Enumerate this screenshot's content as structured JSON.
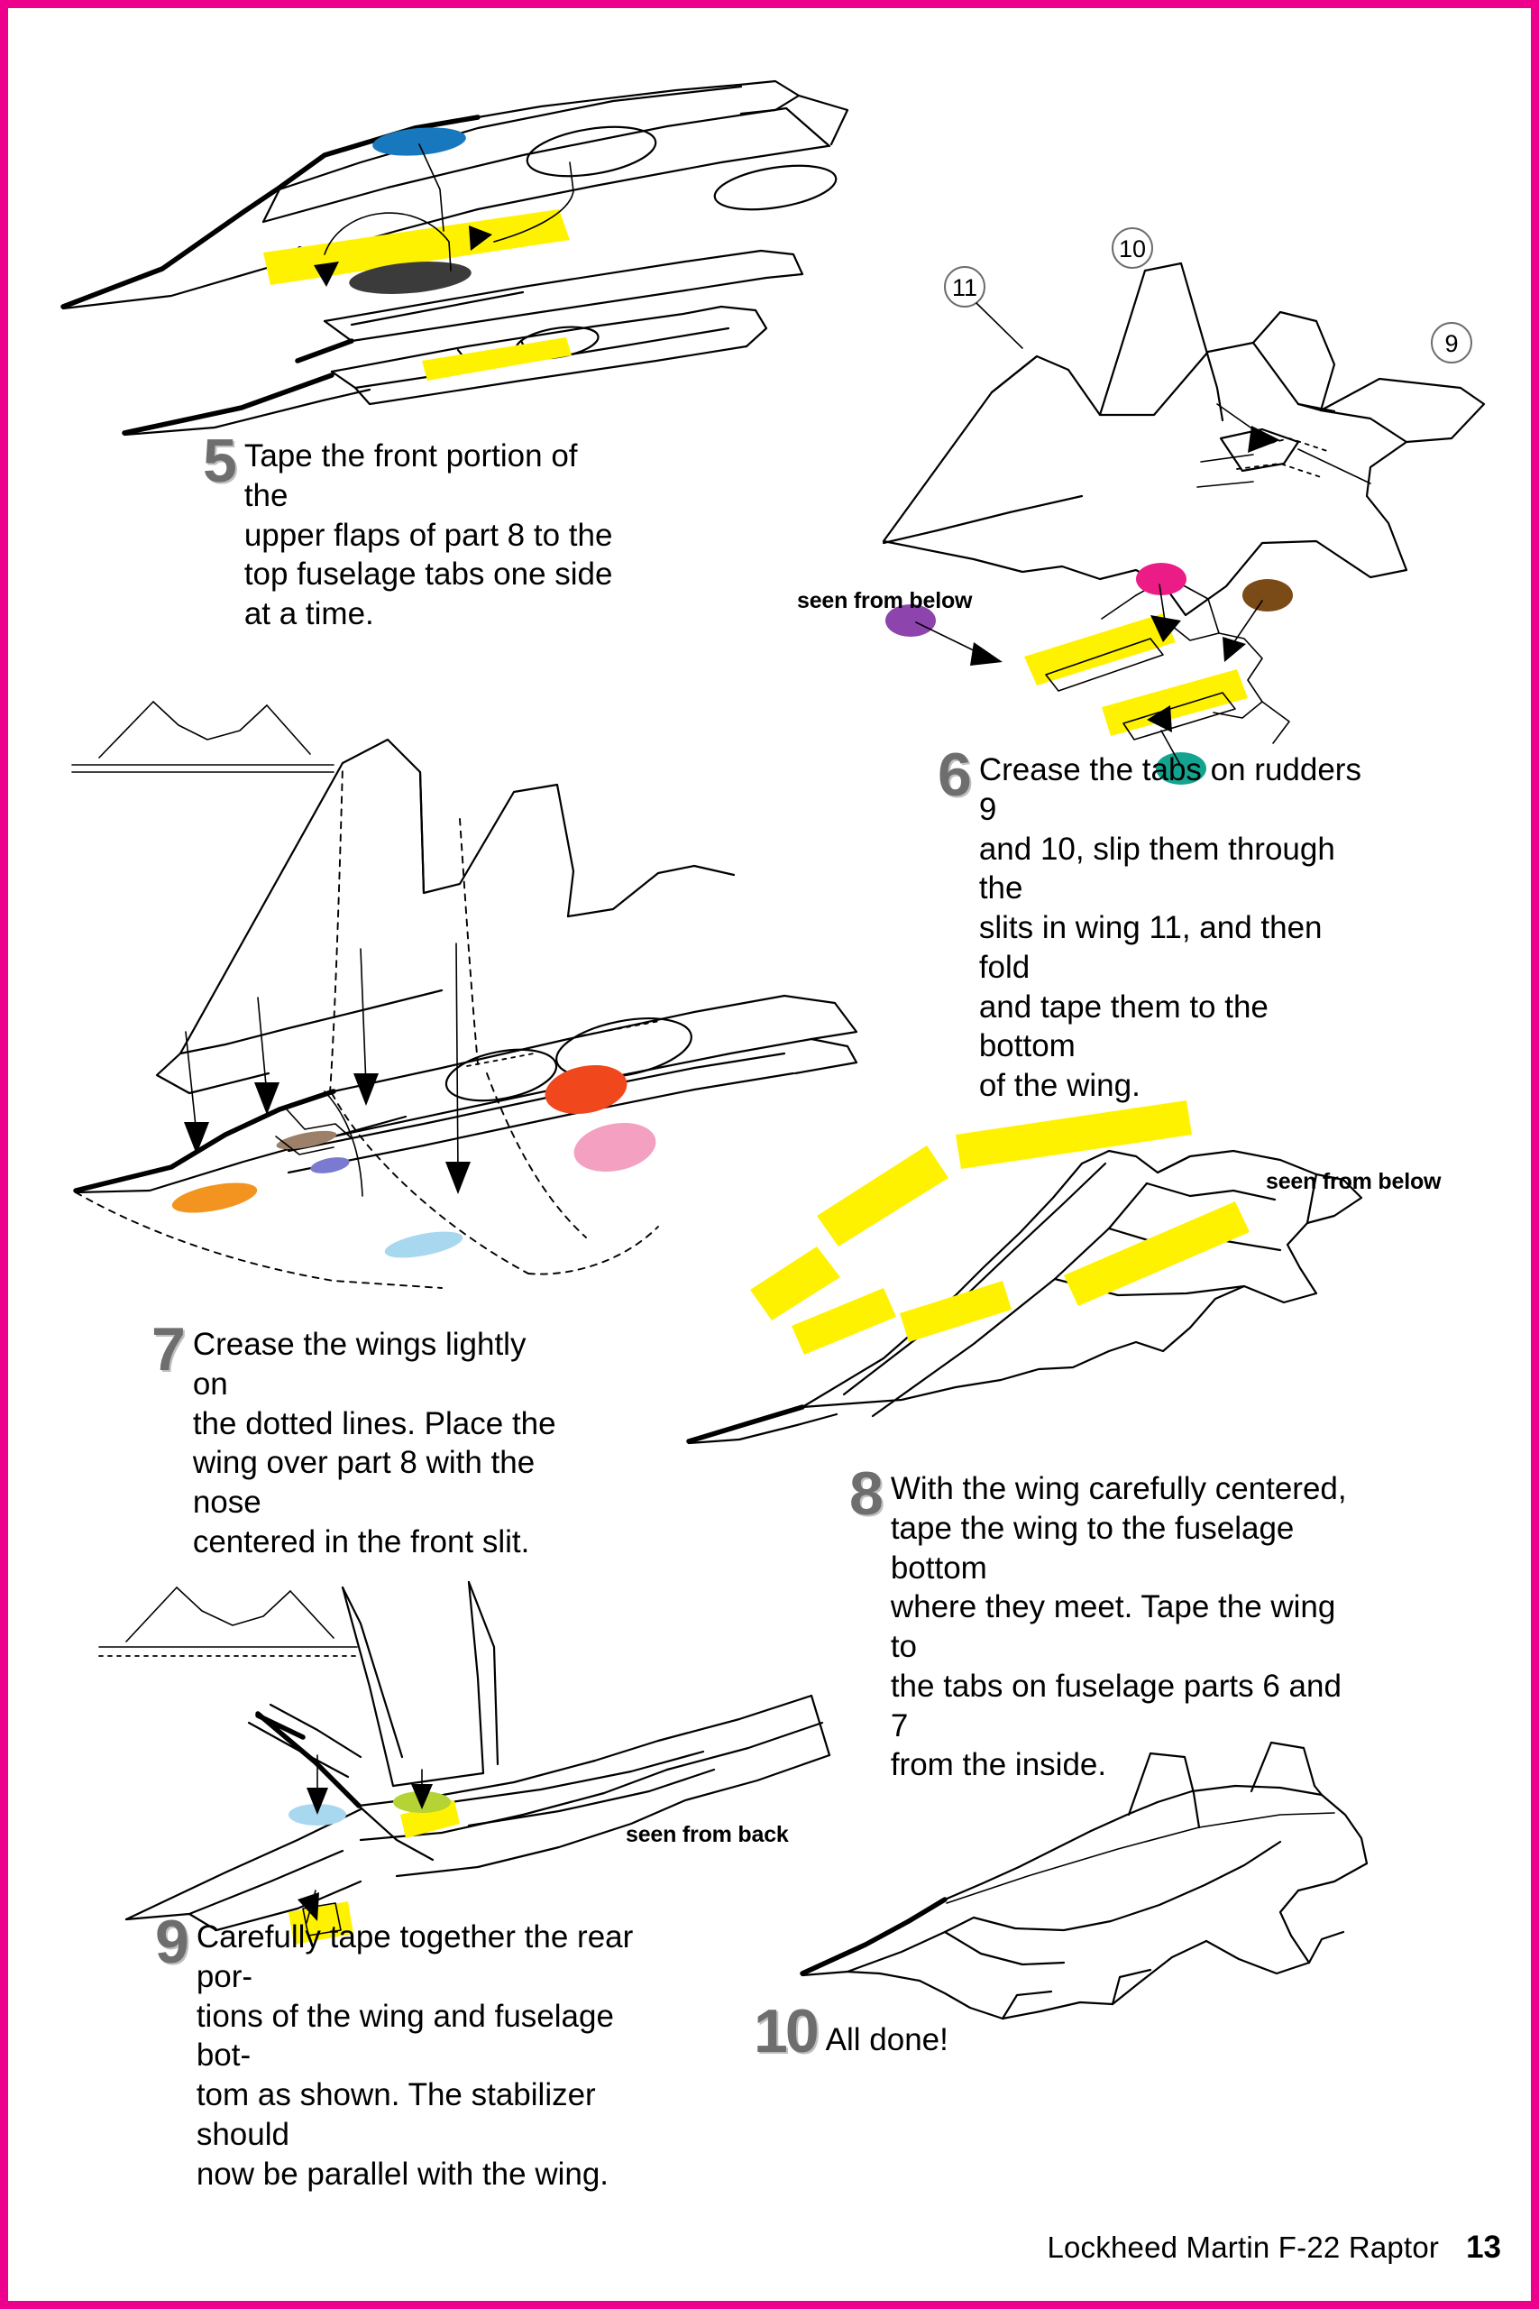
{
  "page": {
    "number": "13",
    "footer_title": "Lockheed Martin F-22 Raptor",
    "border_color": "#ec008c",
    "background": "#ffffff"
  },
  "steps": [
    {
      "number": "5",
      "text": "Tape the front portion of the\nupper flaps of part 8 to the\ntop fuselage tabs one side\nat a time."
    },
    {
      "number": "6",
      "text": "Crease the tabs on rudders 9\nand 10, slip them through the\nslits in wing 11, and then fold\nand tape them to the bottom\nof the wing."
    },
    {
      "number": "7",
      "text": "Crease the wings lightly on\nthe dotted lines. Place the\nwing over part 8 with the nose\ncentered in the front slit."
    },
    {
      "number": "8",
      "text": "With the wing carefully centered,\ntape the wing to the fuselage bottom\nwhere they meet. Tape the wing to\nthe tabs on fuselage parts 6 and 7\nfrom the inside."
    },
    {
      "number": "9",
      "text": "Carefully tape together the rear por-\ntions of the wing and fuselage bot-\ntom as shown. The stabilizer should\nnow be parallel with the wing."
    },
    {
      "number": "10",
      "text": "All done!"
    }
  ],
  "captions": [
    {
      "id": "caption-below-step6",
      "text": "seen from below"
    },
    {
      "id": "caption-below-step8",
      "text": "seen from below"
    },
    {
      "id": "caption-back-step9",
      "text": "seen from back"
    }
  ],
  "part_callouts": [
    {
      "label": "11"
    },
    {
      "label": "10"
    },
    {
      "label": "9"
    }
  ],
  "colors": {
    "border_magenta": "#ec008c",
    "tape_yellow": "#fff200",
    "step_num_gray": "#6e6e6e",
    "step_num_shadow": "#bfbfbf",
    "marker_blue": "#1878be",
    "marker_dark": "#3b3b3b",
    "marker_purple": "#8e44ad",
    "marker_magenta": "#ec1c86",
    "marker_brown": "#7a4a17",
    "marker_teal": "#13a38f",
    "marker_orangered": "#f0471d",
    "marker_pink": "#f4a0c0",
    "marker_orange": "#f2941f",
    "marker_lightblue": "#a8d7f0",
    "marker_tan": "#9c8069",
    "marker_periwinkle": "#7a7ad0",
    "marker_yellowgreen": "#b5d334"
  }
}
